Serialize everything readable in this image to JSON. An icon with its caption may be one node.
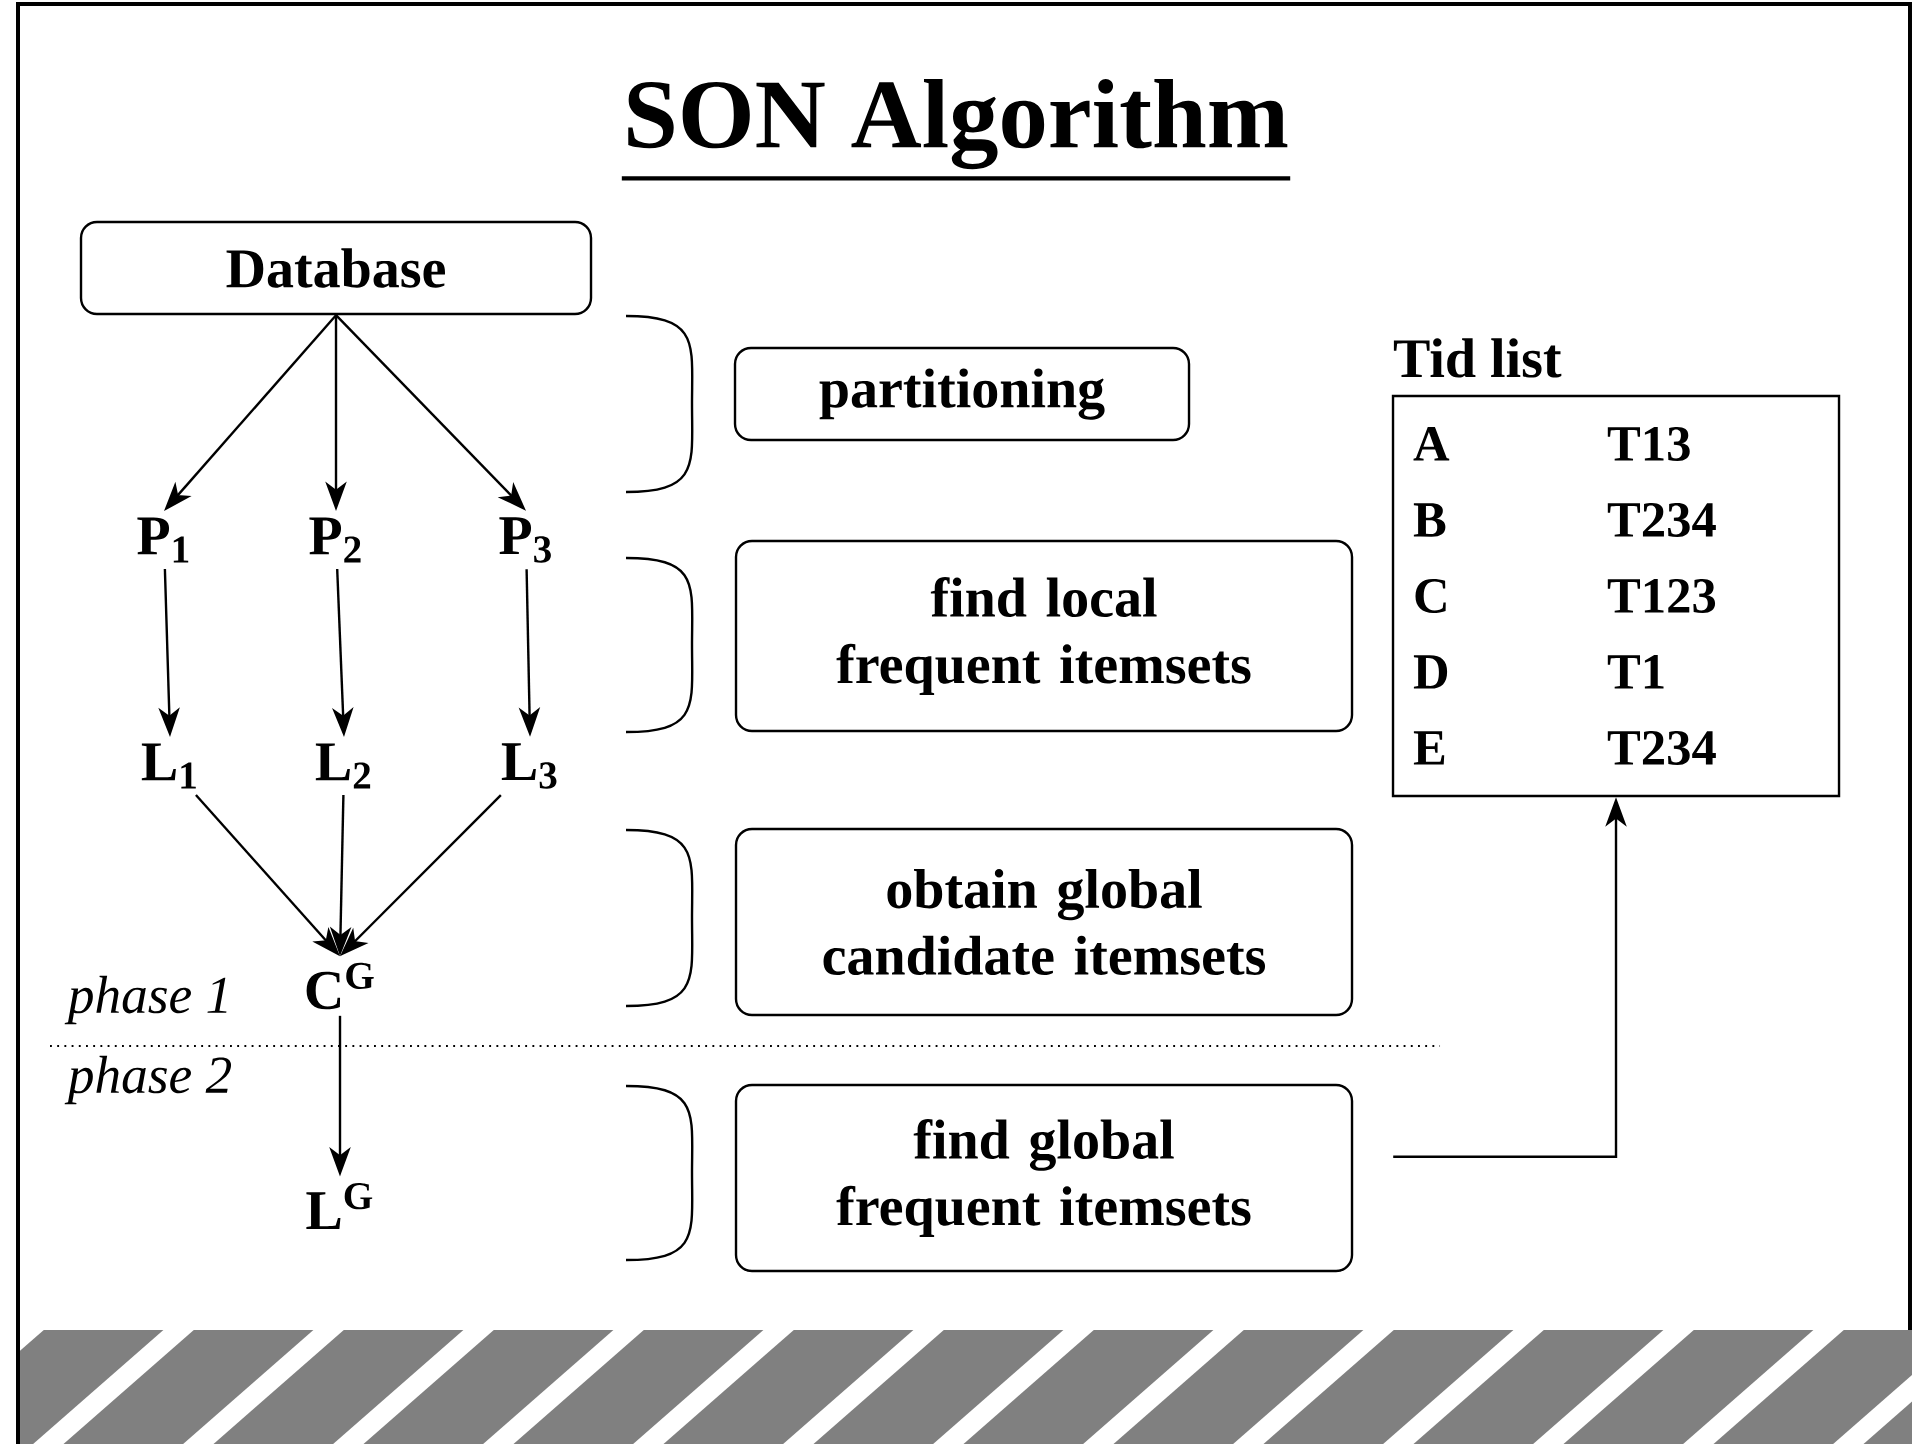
{
  "diagram": {
    "title": "SON Algorithm",
    "nodes": [
      {
        "text": [
          "Database"
        ]
      },
      {
        "text": [
          "P$_{1}$"
        ]
      },
      {
        "text": [
          "P$_{2}$"
        ]
      },
      {
        "text": [
          "P$_{3}$"
        ]
      },
      {
        "text": [
          "L$_{1}$"
        ]
      },
      {
        "text": [
          "L$_{2}$"
        ]
      },
      {
        "text": [
          "L$_{3}$"
        ]
      },
      {
        "text": [
          "C$^{G}$"
        ]
      },
      {
        "text": [
          "L$^{G}$"
        ]
      },
      {
        "text": [
          "partitioning"
        ]
      },
      {
        "text": [
          "find local frequent itemsets"
        ]
      },
      {
        "text": [
          "obtain global candidate itemsets"
        ]
      },
      {
        "text": [
          "find global frequent itemsets"
        ]
      },
      {
        "text": [
          "Tid list",
          "A",
          "T13",
          "B",
          "T234",
          "C",
          "T123",
          "D",
          "T1",
          "E",
          "T234"
        ]
      }
    ],
    "edges": [
      {
        "from": 0,
        "to": 1,
        "arrow": "to"
      },
      {
        "from": 0,
        "to": 2,
        "arrow": "to"
      },
      {
        "from": 0,
        "to": 3,
        "arrow": "to"
      },
      {
        "from": 1,
        "to": 4,
        "arrow": "to"
      },
      {
        "from": 2,
        "to": 5,
        "arrow": "to"
      },
      {
        "from": 3,
        "to": 6,
        "arrow": "to"
      },
      {
        "from": 4,
        "to": 7,
        "arrow": "to"
      },
      {
        "from": 5,
        "to": 7,
        "arrow": "to"
      },
      {
        "from": 6,
        "to": 7,
        "arrow": "to"
      },
      {
        "from": 7,
        "to": 8,
        "arrow": "to"
      },
      {
        "from": 12,
        "to": 13,
        "arrow": "to"
      }
    ],
    "labels": [
      "phase 1",
      "phase 2"
    ]
  }
}
